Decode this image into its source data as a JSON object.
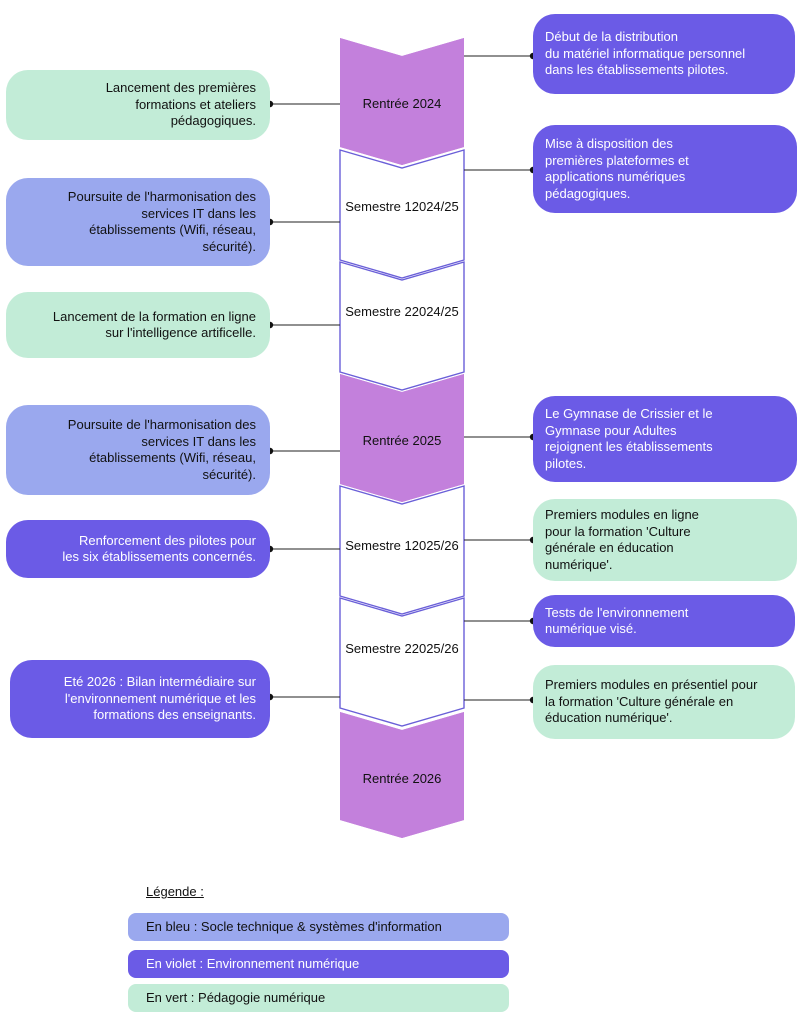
{
  "timeline": [
    {
      "label": "Rentrée 2024",
      "filled": true
    },
    {
      "label": "Semestre 1\n2024/25",
      "filled": false
    },
    {
      "label": "Semestre 2\n2024/25",
      "filled": false
    },
    {
      "label": "Rentrée 2025",
      "filled": true
    },
    {
      "label": "Semestre 1\n2025/26",
      "filled": false
    },
    {
      "label": "Semestre 2\n2025/26",
      "filled": false
    },
    {
      "label": "Rentrée 2026",
      "filled": true
    }
  ],
  "left_events": [
    {
      "text": "Lancement des premières\nformations et ateliers\npédagogiques.",
      "category": "green"
    },
    {
      "text": "Poursuite de l'harmonisation des\nservices IT dans les\nétablissements (Wifi, réseau,\nsécurité).",
      "category": "blue"
    },
    {
      "text": "Lancement de la formation en ligne\nsur l'intelligence artificelle.",
      "category": "green"
    },
    {
      "text": "Poursuite de l'harmonisation des\nservices IT dans les\nétablissements (Wifi, réseau,\nsécurité).",
      "category": "blue"
    },
    {
      "text": "Renforcement des pilotes pour\nles six établissements concernés.",
      "category": "violet"
    },
    {
      "text": "Eté 2026 : Bilan intermédiaire sur\nl'environnement numérique et les\nformations des enseignants.",
      "category": "violet"
    }
  ],
  "right_events": [
    {
      "text": "Début de la distribution\ndu matériel informatique personnel\ndans les établissements pilotes.",
      "category": "violet"
    },
    {
      "text": "Mise à disposition des\npremières plateformes et\napplications numériques\npédagogiques.",
      "category": "violet"
    },
    {
      "text": "Le Gymnase de Crissier et le\nGymnase pour Adultes\nrejoignent les établissements\npilotes.",
      "category": "violet"
    },
    {
      "text": "Premiers modules en ligne\npour la formation 'Culture\ngénérale en éducation\nnumérique'.",
      "category": "green"
    },
    {
      "text": "Tests de l'environnement\nnumérique visé.",
      "category": "violet"
    },
    {
      "text": "Premiers modules en présentiel pour\nla formation 'Culture générale en\néducation numérique'.",
      "category": "green"
    }
  ],
  "legend": {
    "title": "Légende :",
    "items": [
      {
        "text": "En bleu : Socle technique & systèmes d'information",
        "category": "blue"
      },
      {
        "text": "En violet : Environnement numérique",
        "category": "violet"
      },
      {
        "text": "En vert  : Pédagogie numérique",
        "category": "green"
      }
    ]
  },
  "colors": {
    "blue": "#9aa8ee",
    "violet": "#6b5be6",
    "green": "#c2ecd7",
    "milestone": "#c380dc",
    "outline": "#6a5fd8"
  }
}
